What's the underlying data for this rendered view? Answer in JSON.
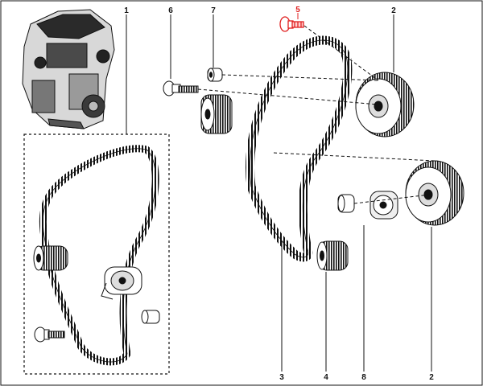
{
  "callouts": {
    "c1": "1",
    "c2_top": "2",
    "c2_bottom": "2",
    "c3": "3",
    "c4": "4",
    "c5": "5",
    "c6": "6",
    "c7": "7",
    "c8": "8"
  },
  "colors": {
    "ink": "#111111",
    "highlight": "#e02020",
    "paper": "#ffffff"
  }
}
